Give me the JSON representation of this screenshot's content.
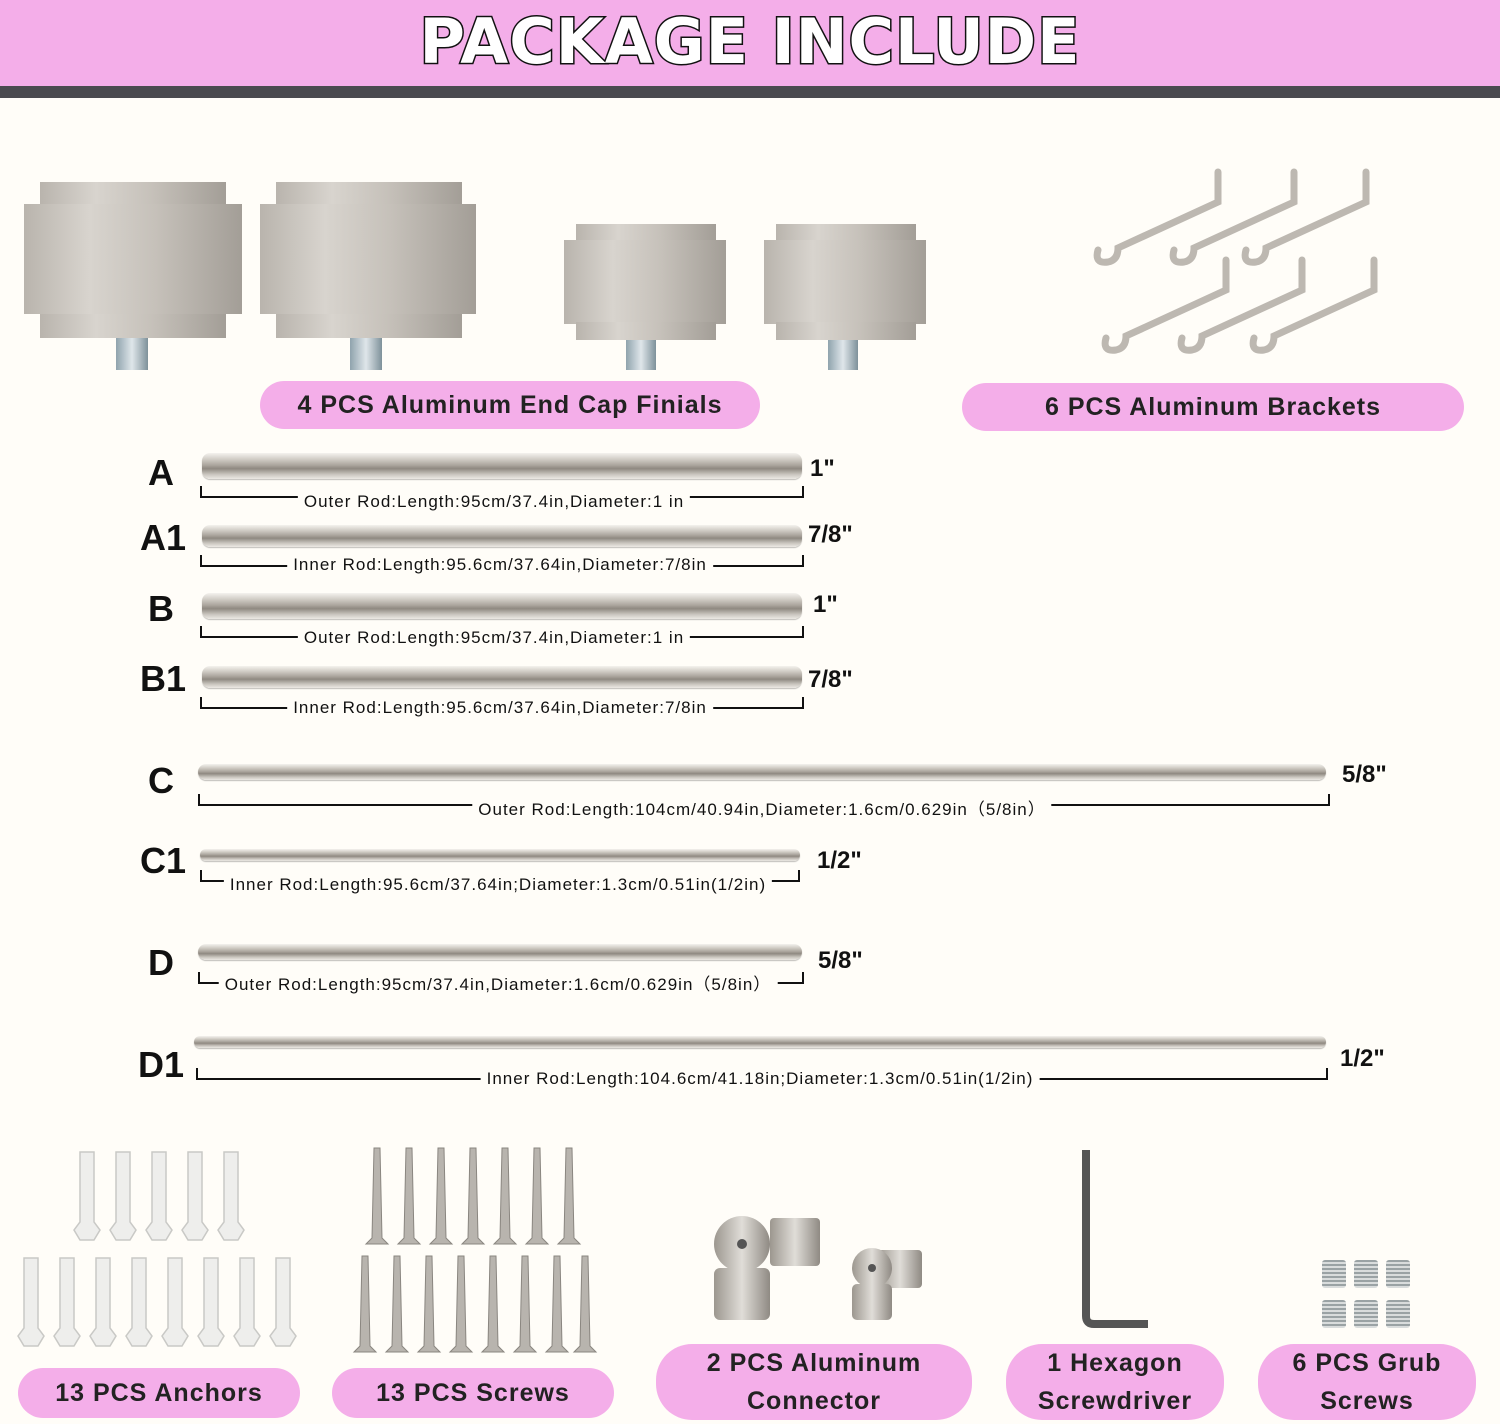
{
  "banner": {
    "title": "PACKAGE INCLUDE"
  },
  "labels": {
    "finials": "4 PCS Aluminum End Cap Finials",
    "brackets": "6 PCS  Aluminum Brackets",
    "anchors": "13 PCS Anchors",
    "screws": "13 PCS Screws",
    "connector_1": "2 PCS Aluminum",
    "connector_2": "Connector",
    "hexagon_1": "1 Hexagon",
    "hexagon_2": "Screwdriver",
    "grub_1": "6 PCS Grub",
    "grub_2": "Screws"
  },
  "rods": [
    {
      "letter": "A",
      "size": "1\"",
      "label": "Outer Rod:Length:95cm/37.4in,Diameter:1 in"
    },
    {
      "letter": "A1",
      "size": "7/8\"",
      "label": "Inner Rod:Length:95.6cm/37.64in,Diameter:7/8in"
    },
    {
      "letter": "B",
      "size": "1\"",
      "label": "Outer Rod:Length:95cm/37.4in,Diameter:1 in"
    },
    {
      "letter": "B1",
      "size": "7/8\"",
      "label": "Inner Rod:Length:95.6cm/37.64in,Diameter:7/8in"
    },
    {
      "letter": "C",
      "size": "5/8\"",
      "label": "Outer Rod:Length:104cm/40.94in,Diameter:1.6cm/0.629in（5/8in）"
    },
    {
      "letter": "C1",
      "size": "1/2\"",
      "label": "Inner Rod:Length:95.6cm/37.64in;Diameter:1.3cm/0.51in(1/2in)"
    },
    {
      "letter": "D",
      "size": "5/8\"",
      "label": "Outer Rod:Length:95cm/37.4in,Diameter:1.6cm/0.629in（5/8in）"
    },
    {
      "letter": "D1",
      "size": "1/2\"",
      "label": "Inner Rod:Length:104.6cm/41.18in;Diameter:1.3cm/0.51in(1/2in)"
    }
  ],
  "colors": {
    "accent": "#f4aee9",
    "stripe": "#4a4a4f",
    "metal": "#bdb8b1"
  }
}
